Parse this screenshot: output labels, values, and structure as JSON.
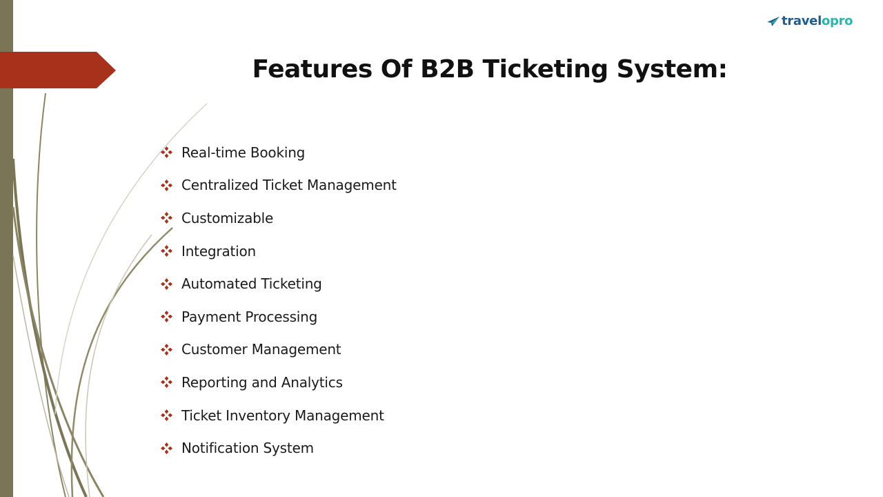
{
  "brand": {
    "logo_part1": "travel",
    "logo_part2": "opro"
  },
  "slide": {
    "title": "Features Of B2B Ticketing System:",
    "features": [
      "Real-time Booking",
      "Centralized Ticket Management",
      "Customizable",
      "Integration",
      "Automated Ticketing",
      "Payment Processing",
      "Customer Management",
      "Reporting and Analytics",
      "Ticket Inventory Management",
      "Notification System"
    ]
  },
  "colors": {
    "accent": "#a8311b",
    "side_bar": "#7a7556",
    "logo_blue": "#1d5c8f",
    "logo_teal": "#29b6b0"
  },
  "icons": {
    "bullet": "four-diamond-bullet-icon",
    "logo": "paper-plane-icon"
  }
}
